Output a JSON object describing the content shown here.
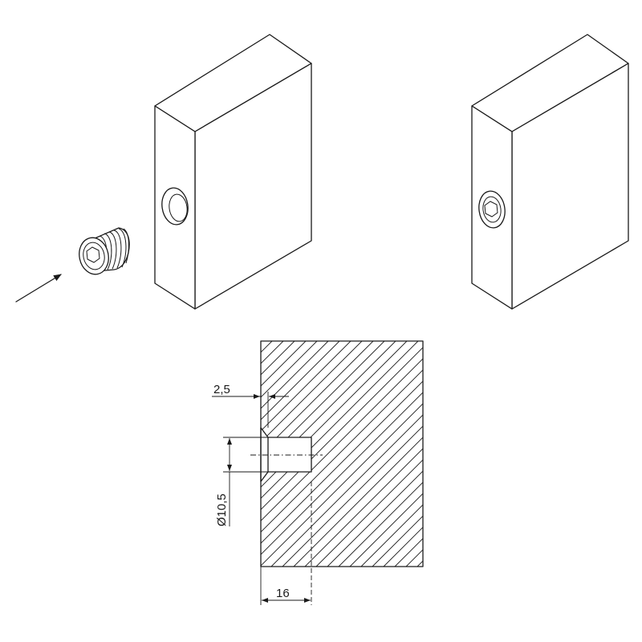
{
  "dimensions": {
    "countersink_depth": "2,5",
    "hole_diameter": "Ø10,5",
    "hole_depth": "16"
  },
  "colors": {
    "line": "#1a1a1a",
    "background": "#ffffff"
  },
  "icons": {
    "insert": "threaded-insert-icon",
    "hex_socket": "hex-socket-icon",
    "arrow": "insertion-arrow-icon"
  }
}
